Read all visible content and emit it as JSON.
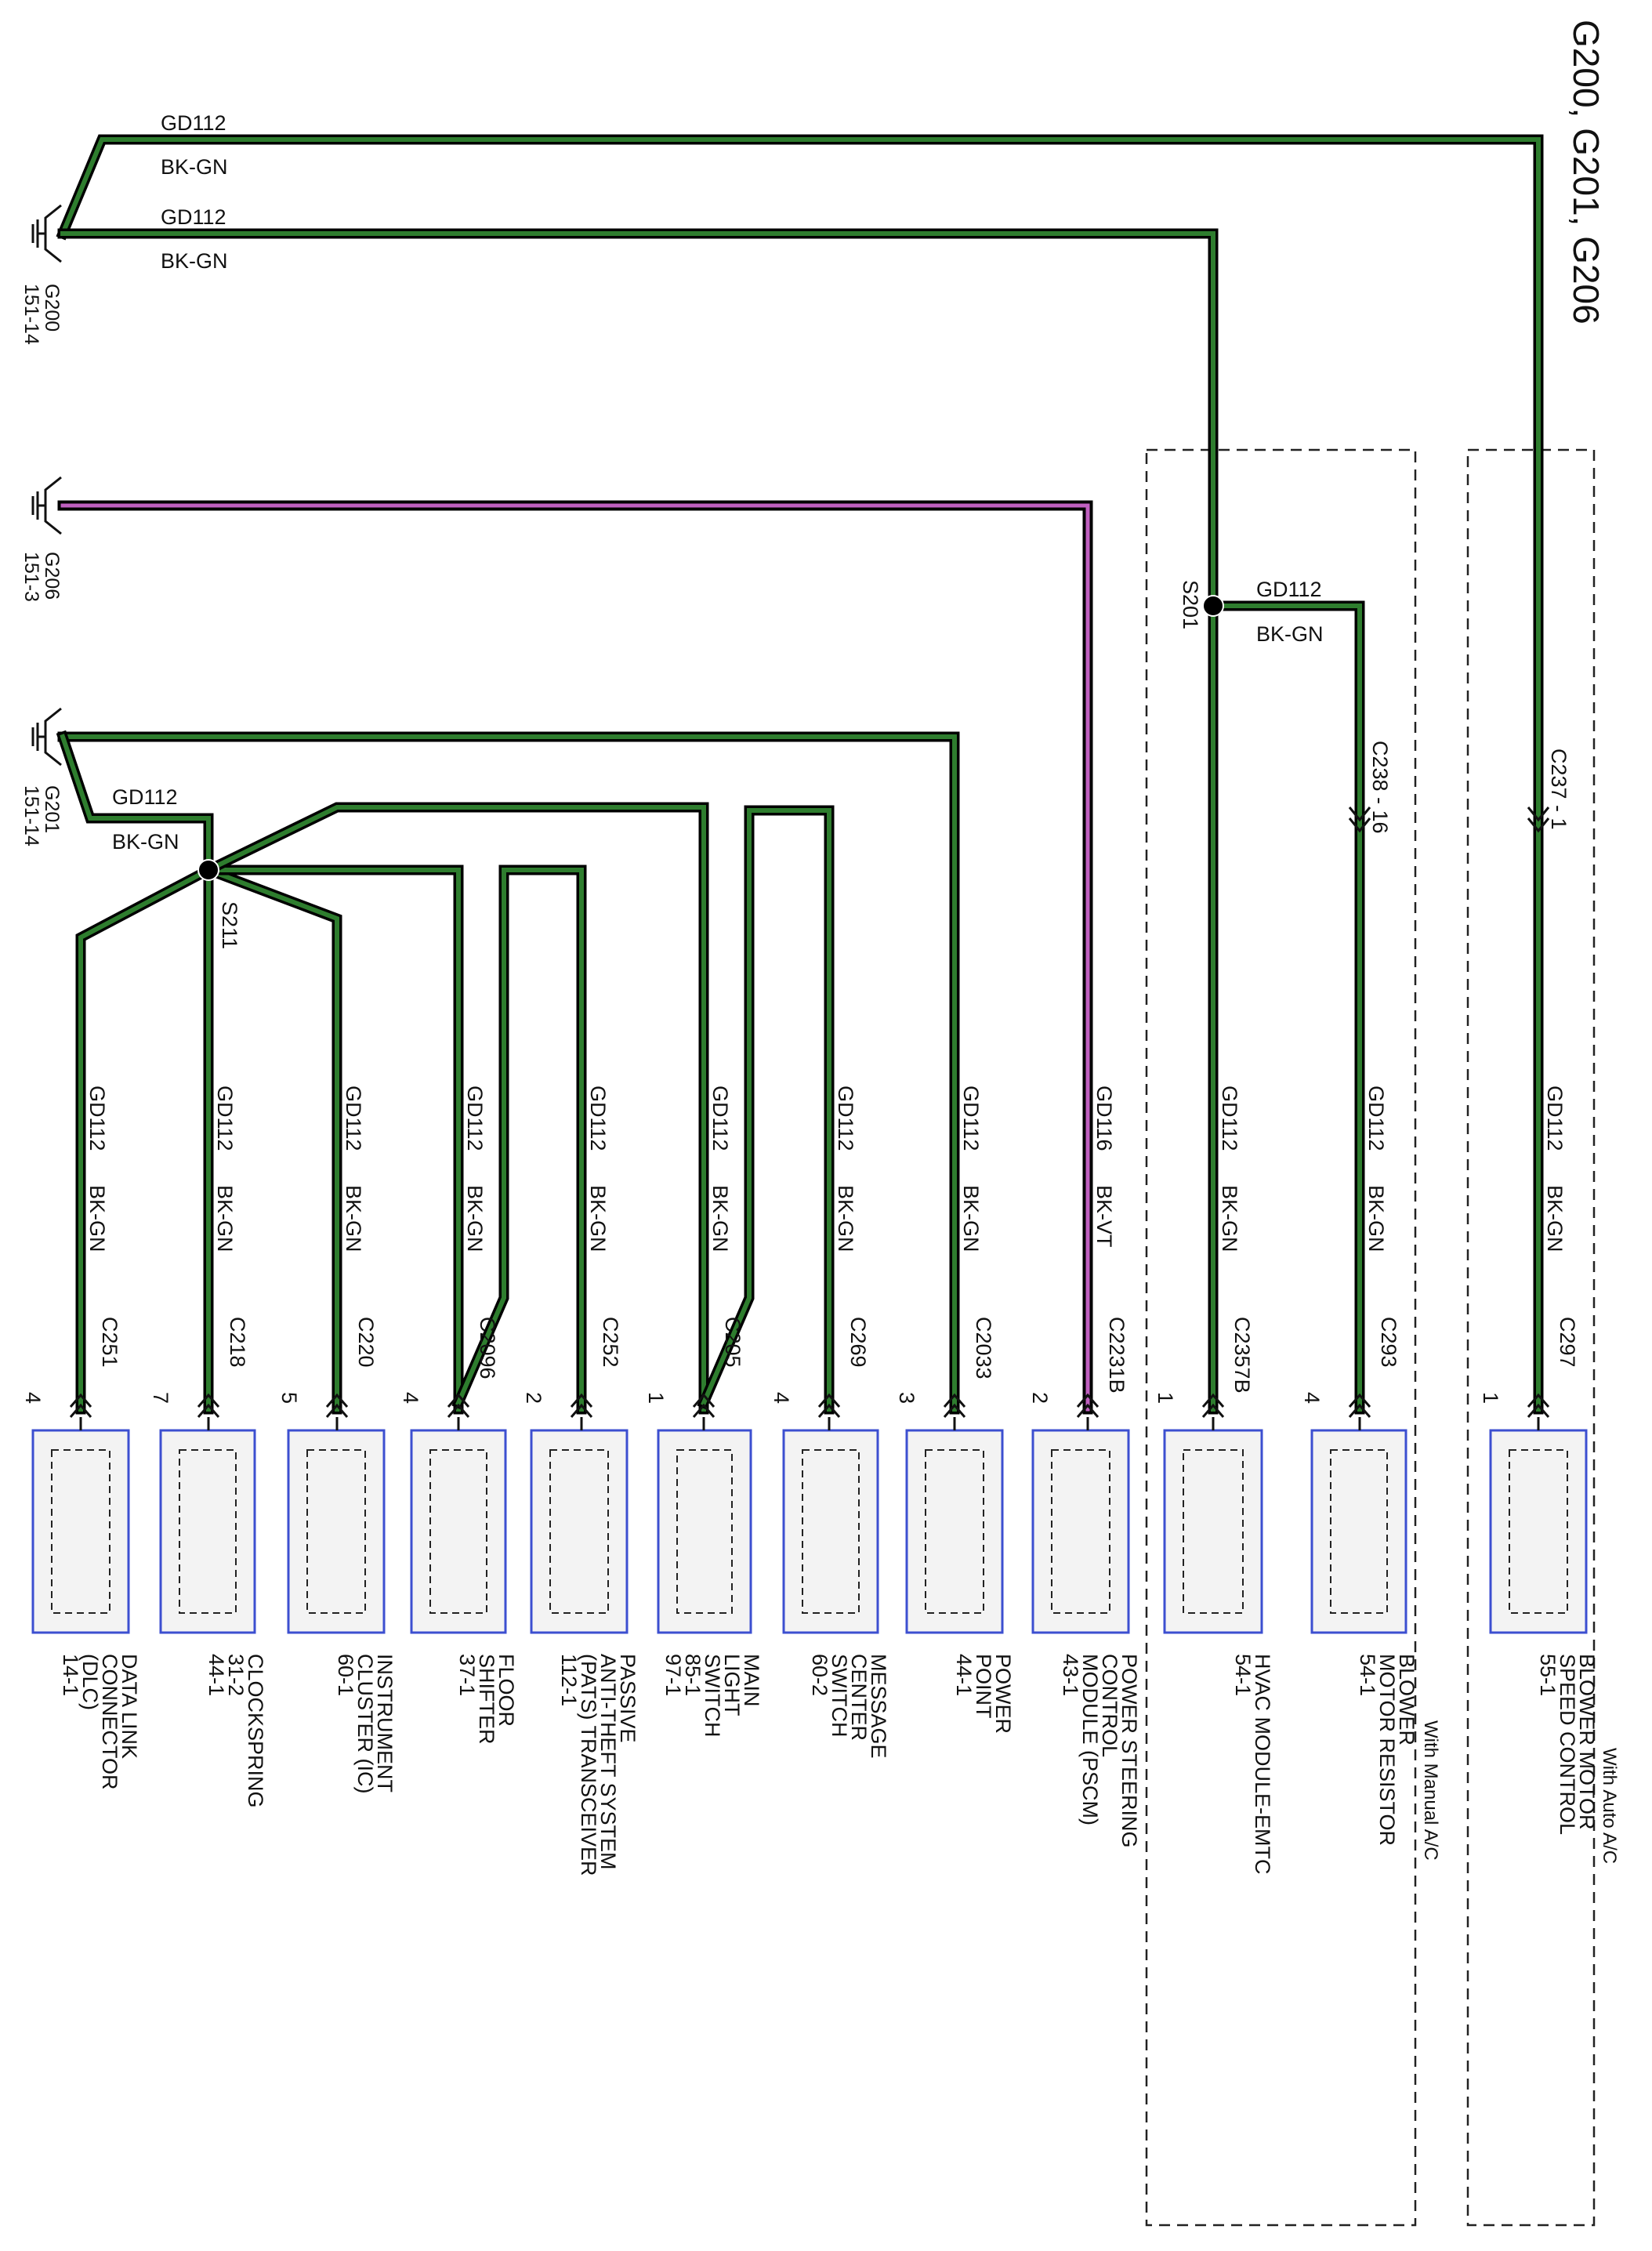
{
  "title": "G200, G201, G206",
  "grounds": [
    {
      "id": "G200",
      "ref": "151-14"
    },
    {
      "id": "G206",
      "ref": "151-3"
    },
    {
      "id": "G201",
      "ref": "151-14"
    }
  ],
  "top_wires": [
    {
      "circuit": "GD112",
      "color": "BK-GN"
    },
    {
      "circuit": "GD112",
      "color": "BK-GN"
    }
  ],
  "splices": [
    {
      "id": "S201",
      "circuit": "GD112",
      "color": "BK-GN"
    },
    {
      "id": "S211",
      "circuit": "GD112",
      "color": "BK-GN"
    }
  ],
  "inline_connectors": [
    {
      "label": "C238 - 16"
    },
    {
      "label": "C237 - 1"
    }
  ],
  "options": [
    {
      "label": "With Manual A/C"
    },
    {
      "label": "With Auto A/C"
    }
  ],
  "branches": [
    {
      "circuit": "GD112",
      "color": "BK-GN",
      "connector": "C251",
      "pin": "4",
      "component": [
        "DATA LINK",
        "CONNECTOR",
        "(DLC)",
        "14-1"
      ]
    },
    {
      "circuit": "GD112",
      "color": "BK-GN",
      "connector": "C218",
      "pin": "7",
      "component": [
        "CLOCKSPRING",
        "31-2",
        "44-1"
      ]
    },
    {
      "circuit": "GD112",
      "color": "BK-GN",
      "connector": "C220",
      "pin": "5",
      "component": [
        "INSTRUMENT",
        "CLUSTER (IC)",
        "60-1"
      ]
    },
    {
      "circuit": "GD112",
      "color": "BK-GN",
      "connector": "C2096",
      "pin": "4",
      "component": [
        "FLOOR",
        "SHIFTER",
        "37-1"
      ]
    },
    {
      "circuit": "GD112",
      "color": "BK-GN",
      "connector": "C252",
      "pin": "2",
      "component": [
        "PASSIVE",
        "ANTI-THEFT SYSTEM",
        "(PATS) TRANSCEIVER",
        "112-1"
      ]
    },
    {
      "circuit": "GD112",
      "color": "BK-GN",
      "connector": "C205",
      "pin": "1",
      "component": [
        "MAIN",
        "LIGHT",
        "SWITCH",
        "85-1",
        "97-1"
      ]
    },
    {
      "circuit": "GD112",
      "color": "BK-GN",
      "connector": "C269",
      "pin": "4",
      "component": [
        "MESSAGE",
        "CENTER",
        "SWITCH",
        "60-2"
      ]
    },
    {
      "circuit": "GD112",
      "color": "BK-GN",
      "connector": "C2033",
      "pin": "3",
      "component": [
        "POWER",
        "POINT",
        "44-1"
      ]
    },
    {
      "circuit": "GD116",
      "color": "BK-VT",
      "connector": "C2231B",
      "pin": "2",
      "component": [
        "POWER STEERING",
        "CONTROL",
        "MODULE (PSCM)",
        "43-1"
      ]
    },
    {
      "circuit": "GD112",
      "color": "BK-GN",
      "connector": "C2357B",
      "pin": "1",
      "component": [
        "HVAC MODULE-EMTC",
        "54-1"
      ]
    },
    {
      "circuit": "GD112",
      "color": "BK-GN",
      "connector": "C293",
      "pin": "4",
      "component": [
        "BLOWER",
        "MOTOR RESISTOR",
        "54-1"
      ]
    },
    {
      "circuit": "GD112",
      "color": "BK-GN",
      "connector": "C297",
      "pin": "1",
      "component": [
        "BLOWER MOTOR",
        "SPEED CONTROL",
        "55-1"
      ]
    }
  ]
}
